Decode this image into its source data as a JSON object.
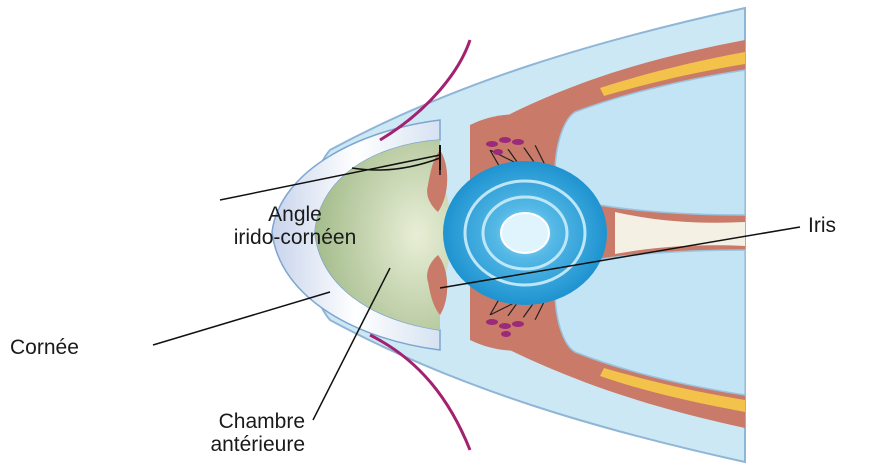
{
  "labels": {
    "angle_line1": "Angle",
    "angle_line2": "irido-cornéen",
    "iris": "Iris",
    "cornea": "Cornée",
    "chamber_line1": "Chambre",
    "chamber_line2": "antérieure"
  },
  "colors": {
    "sclera": "#c9e6f3",
    "vitreous": "#c2e4f5",
    "choroid": "#c97a68",
    "retina_yellow": "#f2c24a",
    "lens_outer": "#2a9fd6",
    "lens_inner": "#a9def5",
    "anterior_chamber": "#b6ca9a",
    "cornea": "#dde7f4",
    "eyelid": "#a3226f",
    "leader_lines": "#111111"
  }
}
